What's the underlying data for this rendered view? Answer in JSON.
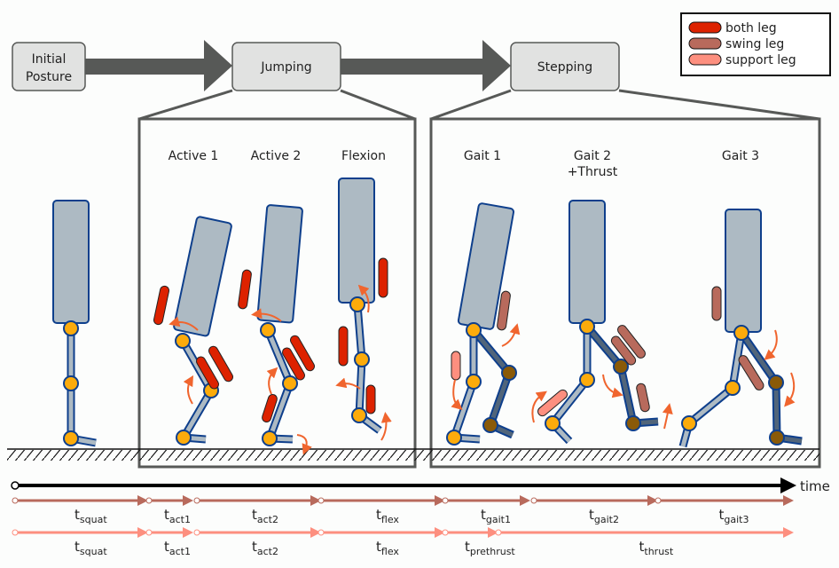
{
  "flow": {
    "stages": [
      "Initial Posture",
      "Jumping",
      "Stepping"
    ],
    "initial_line1": "Initial",
    "initial_line2": "Posture",
    "jumping": "Jumping",
    "stepping": "Stepping"
  },
  "legend": {
    "items": [
      {
        "label": "both leg",
        "color": "#dd2200"
      },
      {
        "label": "swing leg",
        "color": "#b86a5c"
      },
      {
        "label": "support leg",
        "color": "#fd8f7f"
      }
    ]
  },
  "jumping_phases": [
    "Active 1",
    "Active 2",
    "Flexion"
  ],
  "stepping_phases": {
    "gait1": "Gait 1",
    "gait2_line1": "Gait 2",
    "gait2_line2": "+Thrust",
    "gait3": "Gait 3"
  },
  "colors": {
    "body": "#adbac3",
    "outline": "#0e3f8c",
    "joint": "#fcab0b",
    "joint_dark": "#8a5a08",
    "link_dark": "#51657a",
    "arrow_orange": "#f0652e",
    "timeline_swing": "#b86a5c",
    "timeline_support": "#fd8f7f",
    "flow_arrow": "#575957",
    "box_fill": "#e1e2e1"
  },
  "timeline": {
    "axis_label": "time",
    "swing_row": [
      {
        "t": "t",
        "sub": "squat"
      },
      {
        "t": "t",
        "sub": "act1"
      },
      {
        "t": "t",
        "sub": "act2"
      },
      {
        "t": "t",
        "sub": "flex"
      },
      {
        "t": "t",
        "sub": "gait1"
      },
      {
        "t": "t",
        "sub": "gait2"
      },
      {
        "t": "t",
        "sub": "gait3"
      }
    ],
    "support_row": [
      {
        "t": "t",
        "sub": "squat"
      },
      {
        "t": "t",
        "sub": "act1"
      },
      {
        "t": "t",
        "sub": "act2"
      },
      {
        "t": "t",
        "sub": "flex"
      },
      {
        "t": "t",
        "sub": "prethrust"
      },
      {
        "t": "t",
        "sub": "thrust"
      }
    ]
  }
}
